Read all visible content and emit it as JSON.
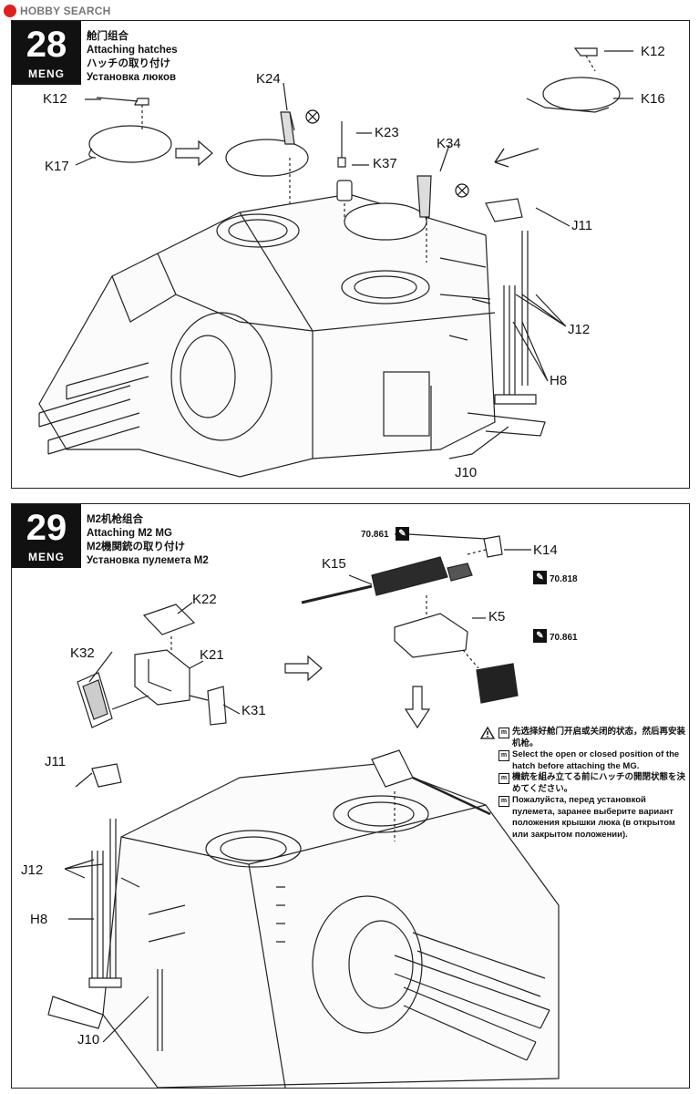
{
  "watermark": {
    "text": "HOBBY SEARCH"
  },
  "steps": [
    {
      "number": "28",
      "brand": "MENG",
      "title_zh": "舱门组合",
      "title_en": "Attaching hatches",
      "title_ja": "ハッチの取り付け",
      "title_ru": "Установка люков",
      "labels": {
        "k12_left": "K12",
        "k17": "K17",
        "k24": "K24",
        "k23": "K23",
        "k37": "K37",
        "k34": "K34",
        "k12_right": "K12",
        "k16": "K16",
        "j11": "J11",
        "j12": "J12",
        "h8": "H8",
        "j10": "J10"
      }
    },
    {
      "number": "29",
      "brand": "MENG",
      "title_zh": "M2机枪组合",
      "title_en": "Attaching M2 MG",
      "title_ja": "M2機関銃の取り付け",
      "title_ru": "Установка пулемета M2",
      "labels": {
        "k22": "K22",
        "k32": "K32",
        "k21": "K21",
        "k31": "K31",
        "k15": "K15",
        "k14": "K14",
        "k5": "K5",
        "j11": "J11",
        "j12": "J12",
        "h8": "H8",
        "j10": "J10"
      },
      "paint_codes": {
        "p1": "70.861",
        "p2": "70.818",
        "p3": "70.861"
      },
      "note": {
        "zh": "先选择好舱门开启或关闭的状态，然后再安装机枪。",
        "en": "Select the open or closed position of the hatch before attaching the MG.",
        "ja": "機銃を組み立てる前にハッチの開閉状態を決めてください。",
        "ru": "Пожалуйста, перед установкой пулемета, заранее выберите вариант положения крышки люка (в открытом или закрытом положении)."
      }
    }
  ]
}
